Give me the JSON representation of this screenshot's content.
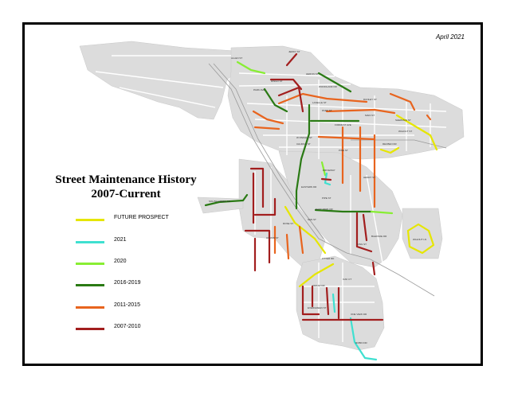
{
  "date_label": "April 2021",
  "title": {
    "line1": "Street Maintenance History",
    "line2": "2007-Current"
  },
  "legend": [
    {
      "label": "FUTURE PROSPECT",
      "color": "#e6e600",
      "key": "future"
    },
    {
      "label": "2021",
      "color": "#3fe0d0",
      "key": "y2021"
    },
    {
      "label": "2020",
      "color": "#88ee33",
      "key": "y2020"
    },
    {
      "label": "2016-2019",
      "color": "#2a7a14",
      "key": "y2016"
    },
    {
      "label": "2011-2015",
      "color": "#e8641e",
      "key": "y2011"
    },
    {
      "label": "2007-2010",
      "color": "#a21e1e",
      "key": "y2007"
    }
  ],
  "colors": {
    "land": "#dcdcdc",
    "road": "#ffffff",
    "frame": "#000000"
  },
  "street_names": [
    "JERDY ST",
    "ALLEN ST",
    "HERON ST",
    "RINGO ST",
    "PARK AVE",
    "WOODLAND DR",
    "LASELLE ST",
    "PARK ST",
    "DUNLEY ST",
    "MAIN ST",
    "SHERMAN ST",
    "FORREST AVE",
    "REUBEN DR",
    "WALNUT ST",
    "CHURCH ST",
    "W PARLEY ST",
    "DRIVEWAY",
    "SOLINA CREEK DR",
    "EASTERN DR",
    "PIPE ST",
    "SAN ST",
    "ROSE ST",
    "HURON ST",
    "PINE ST",
    "HENRY ST",
    "EAST PARK DR",
    "BLEDSOE DR",
    "KING ST",
    "OTTER RD",
    "OAK CT",
    "CEDAR DR",
    "EVERGREEN ST",
    "ONE VIEW DR",
    "ROBIN DR",
    "WALNUT LN"
  ]
}
